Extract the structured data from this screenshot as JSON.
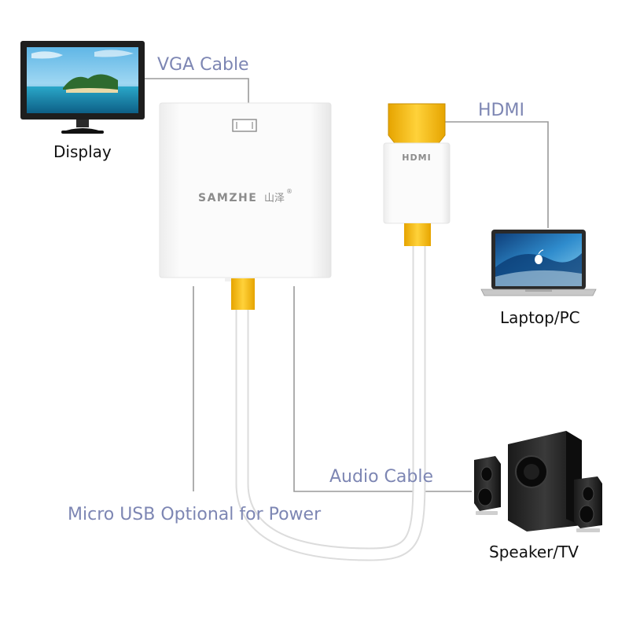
{
  "labels": {
    "vga_cable": "VGA Cable",
    "hdmi": "HDMI",
    "audio_cable": "Audio Cable",
    "micro_usb": "Micro USB Optional for Power"
  },
  "devices": {
    "display": "Display",
    "laptop": "Laptop/PC",
    "speaker": "Speaker/TV"
  },
  "adapter": {
    "brand": "SAMZHE",
    "brand_cjk": "山泽",
    "registered": "®"
  },
  "plug": {
    "logo": "HDMI"
  },
  "colors": {
    "callout_text": "#7d86b3",
    "leader_line": "#9a9a9a",
    "connector_gold": "#f5b800",
    "adapter_body": "#f7f7f7",
    "cable": "#ffffff"
  }
}
